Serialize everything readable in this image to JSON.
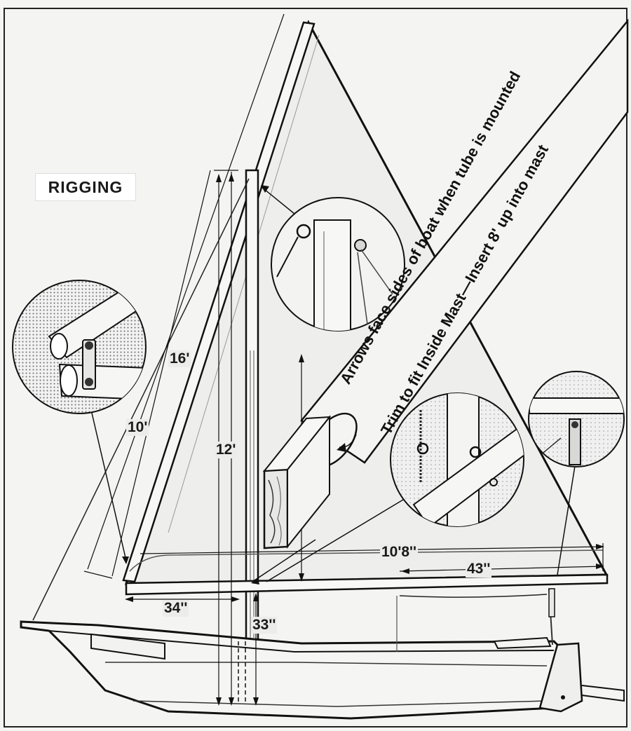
{
  "title": "RIGGING",
  "dimensions": {
    "d16": "16'",
    "d10": "10'",
    "d12": "12'",
    "d34": "34''",
    "d33": "33''",
    "d10_8": "10'8''",
    "d43": "43''"
  },
  "notes": {
    "arrows": "Arrows face sides of boat when tube is mounted",
    "trim": "Trim to fit Inside Mast—Insert 8' up into mast"
  }
}
